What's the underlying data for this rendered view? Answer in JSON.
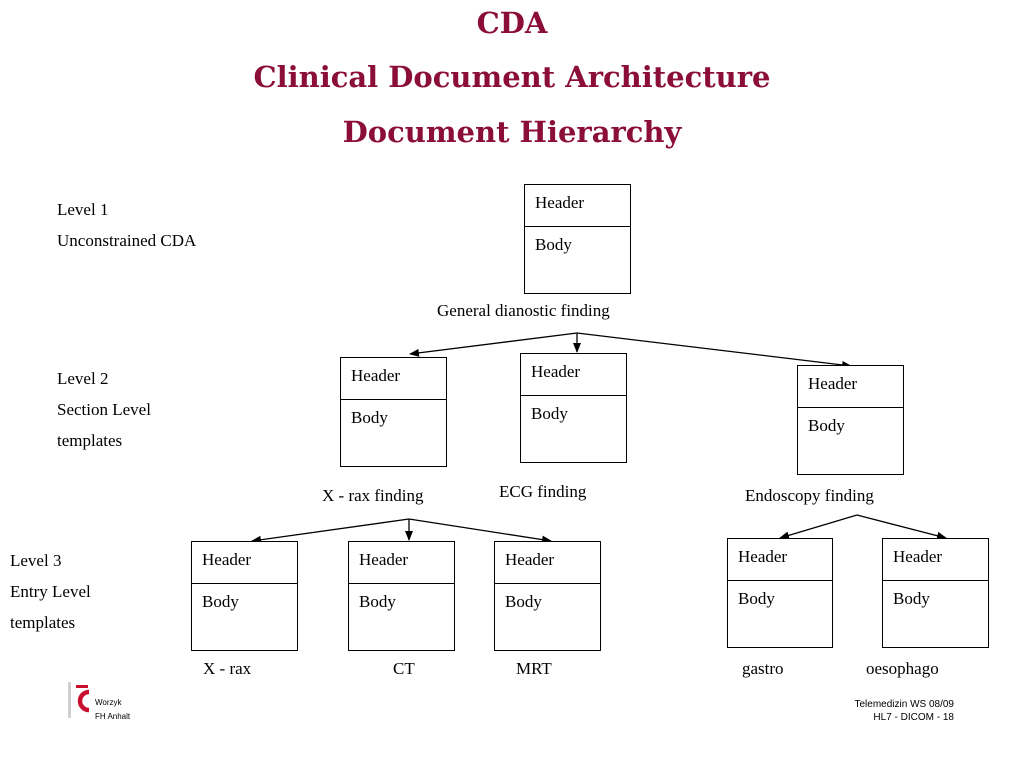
{
  "title": {
    "line1": "CDA",
    "line2": "Clinical Document Architecture",
    "line3": "Document Hierarchy"
  },
  "levels": {
    "level1": {
      "line1": "Level 1",
      "line2": "Unconstrained CDA"
    },
    "level2": {
      "line1": "Level 2",
      "line2": "Section Level",
      "line3": "templates"
    },
    "level3": {
      "line1": "Level 3",
      "line2": "Entry Level",
      "line3": "templates"
    }
  },
  "box_labels": {
    "header": "Header",
    "body": "Body"
  },
  "nodes": {
    "general": {
      "label": "General dianostic finding"
    },
    "xray_finding": {
      "label": "X - rax finding"
    },
    "ecg_finding": {
      "label": "ECG finding"
    },
    "endoscopy_finding": {
      "label": "Endoscopy finding"
    },
    "xray": {
      "label": "X - rax"
    },
    "ct": {
      "label": "CT"
    },
    "mrt": {
      "label": "MRT"
    },
    "gastro": {
      "label": "gastro"
    },
    "oesophago": {
      "label": "oesophago"
    }
  },
  "footer": {
    "author": "Worzyk",
    "institution": "FH Anhalt",
    "course": "Telemedizin WS 08/09",
    "slide": "HL7 - DICOM - 18",
    "logo_color": "#c8102e"
  },
  "colors": {
    "title": "#8b0d3a"
  }
}
